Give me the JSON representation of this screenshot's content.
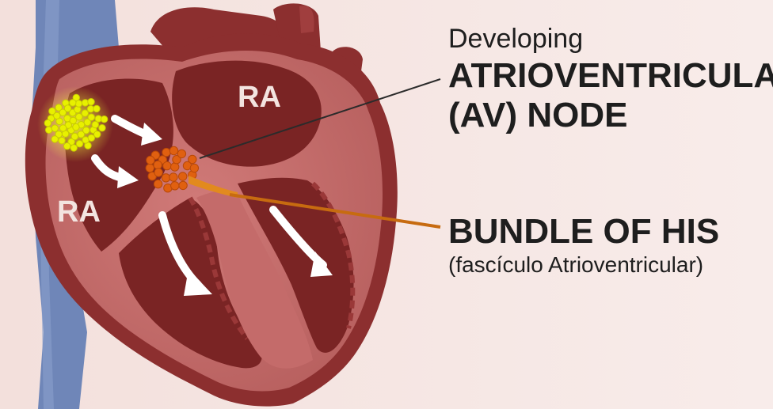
{
  "labels": {
    "av_node": {
      "prefix": "Developing",
      "line1": "ATRIOVENTRICULAR",
      "line2": "(AV) NODE"
    },
    "bundle_of_his": {
      "title": "BUNDLE OF HIS",
      "subtitle": "(fascículo Atrioventricular)"
    }
  },
  "chambers": {
    "left_atrium_label": "RA",
    "right_atrium_label": "RA"
  },
  "colors": {
    "background": "#f6e8e4",
    "heart_outer": "#8c2f2f",
    "heart_wall": "#c46b6a",
    "chamber_fill": "#7a2424",
    "vessel_blue": "#6f86b8",
    "sa_node": "#e8f000",
    "av_node": "#e06010",
    "bundle": "#e28a1e"
  },
  "icons": [
    "flow-arrow-icon"
  ]
}
